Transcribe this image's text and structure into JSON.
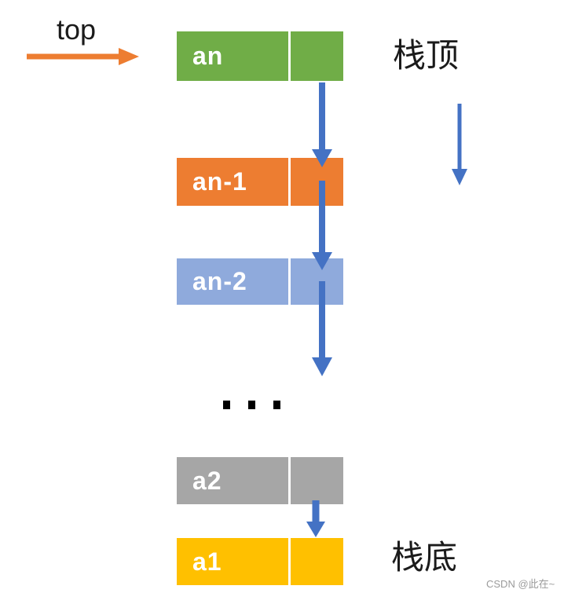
{
  "diagram": {
    "description": "Linked list representation of a stack (chain of nodes from stack top to stack bottom)",
    "top_pointer_label": "top",
    "stack_top_label": "栈顶",
    "stack_bottom_label": "栈底",
    "ellipsis": "...",
    "watermark": "CSDN @此在~",
    "nodes": [
      {
        "label": "an",
        "color": "#70AD47"
      },
      {
        "label": "an-1",
        "color": "#ED7D31"
      },
      {
        "label": "an-2",
        "color": "#8FAADC"
      },
      {
        "label": "a2",
        "color": "#A6A6A6"
      },
      {
        "label": "a1",
        "color": "#FFC000"
      }
    ],
    "arrow_color": "#4472C4",
    "top_arrow_color": "#ED7D31",
    "node_text_color": "#FFFFFF"
  }
}
